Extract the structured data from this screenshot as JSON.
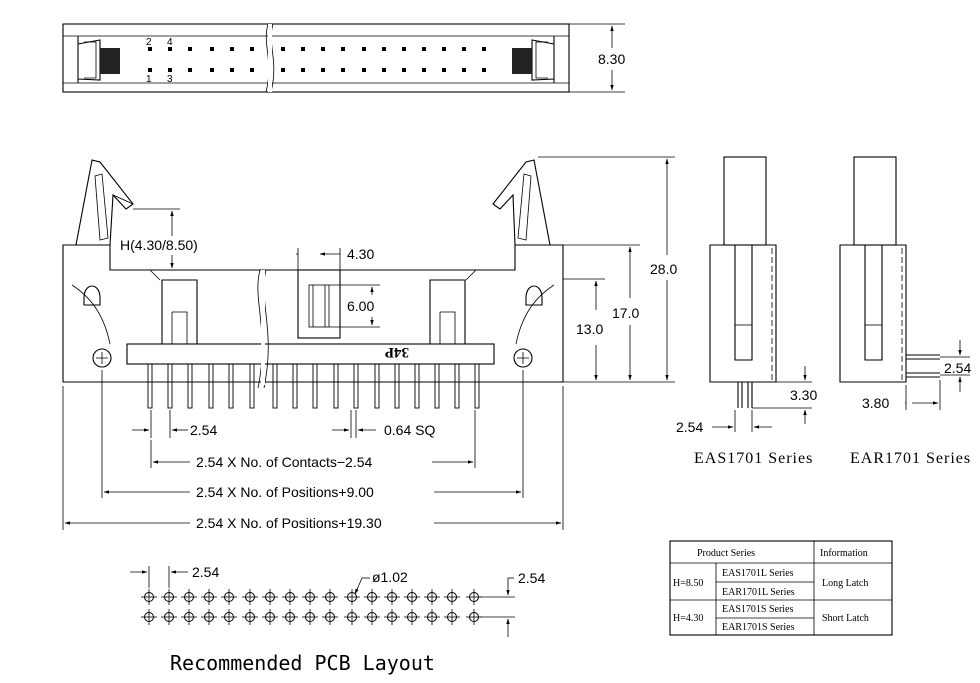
{
  "top_view": {
    "dim_height": "8.30",
    "pin_labels": {
      "top_left": "2",
      "top_right": "4",
      "bottom_left": "1",
      "bottom_right": "3"
    }
  },
  "front_view": {
    "h_label": "H(4.30/8.50)",
    "dim_4_30": "4.30",
    "dim_6_00": "6.00",
    "dim_13_0": "13.0",
    "dim_17_0": "17.0",
    "dim_28_0": "28.0",
    "marking": "34P",
    "dim_pitch": "2.54",
    "dim_pin": "0.64  SQ",
    "formula_contacts": "2.54  X  No.  of  Contacts−2.54",
    "formula_positions_9": "2.54  X  No.  of  Positions+9.00",
    "formula_positions_19": "2.54  X  No.  of  Positions+19.30"
  },
  "side_views": {
    "eas": {
      "dim_3_30": "3.30",
      "dim_2_54": "2.54",
      "caption": "EAS1701 Series"
    },
    "ear": {
      "dim_3_80": "3.80",
      "dim_2_54": "2.54",
      "caption": "EAR1701 Series"
    }
  },
  "pcb_layout": {
    "dim_pitch": "2.54",
    "dim_hole": "ø1.02",
    "dim_row": "2.54",
    "caption": "Recommended PCB Layout"
  },
  "product_table": {
    "header_series": "Product Series",
    "header_info": "Information",
    "rows": [
      {
        "h": "H=8.50",
        "series": [
          "EAS1701L Series",
          "EAR1701L Series"
        ],
        "info": "Long Latch"
      },
      {
        "h": "H=4.30",
        "series": [
          "EAS1701S Series",
          "EAR1701S Series"
        ],
        "info": "Short Latch"
      }
    ]
  }
}
